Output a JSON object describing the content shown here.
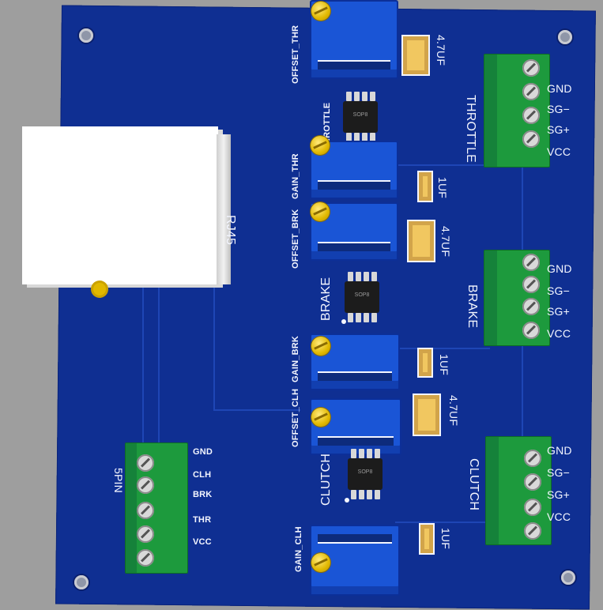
{
  "board": {
    "rj45_label": "RJ45",
    "connector_5pin": {
      "title": "5PIN",
      "pins": [
        "GND",
        "CLH",
        "BRK",
        "THR",
        "VCC"
      ]
    },
    "throttle": {
      "title": "THROTTLE",
      "chip_ref": "THROTTLE",
      "pins": [
        "GND",
        "SG−",
        "SG+",
        "VCC"
      ],
      "offset_label": "OFFSET_THR",
      "gain_label": "GAIN_THR",
      "cap_large": "4.7UF",
      "cap_small": "1UF"
    },
    "brake": {
      "title": "BRAKE",
      "chip_ref": "BRAKE",
      "pins": [
        "GND",
        "SG−",
        "SG+",
        "VCC"
      ],
      "offset_label": "OFFSET_BRK",
      "gain_label": "GAIN_BRK",
      "cap_large": "4.7UF",
      "cap_small": "1UF"
    },
    "clutch": {
      "title": "CLUTCH",
      "chip_ref": "CLUTCH",
      "pins": [
        "GND",
        "SG−",
        "SG+",
        "VCC"
      ],
      "offset_label": "OFFSET_CLH",
      "gain_label": "GAIN_CLH",
      "cap_large": "4.7UF",
      "cap_small": "1UF"
    },
    "chip_package": "SOP8"
  },
  "colors": {
    "pcb": "#0f2f92",
    "silkscreen": "#f4f6ff",
    "terminal": "#1d9a3d",
    "potentiometer": "#1a55d6",
    "screw": "#e1b800"
  }
}
